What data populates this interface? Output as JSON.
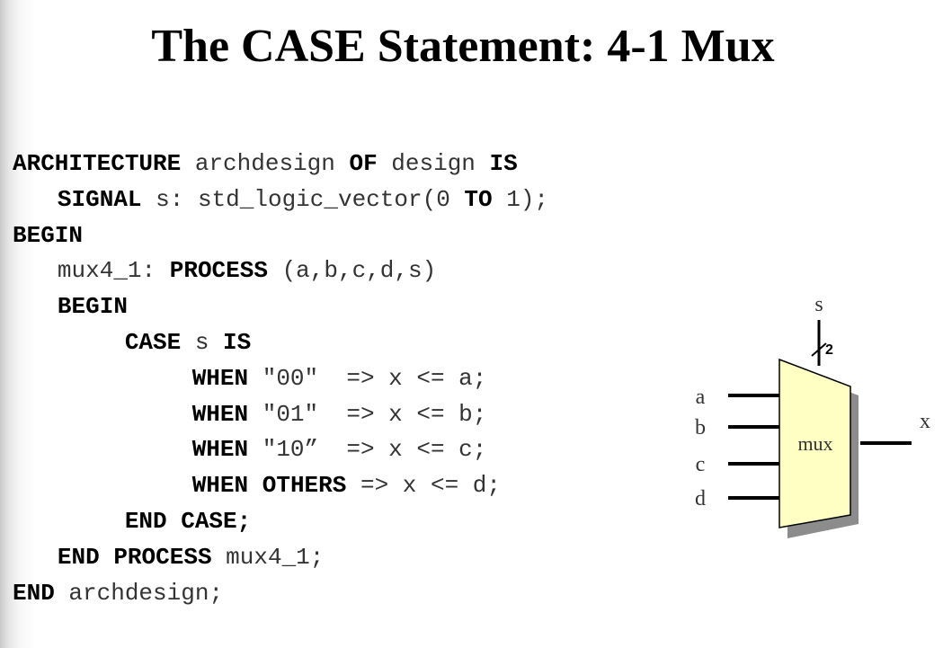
{
  "slide": {
    "title": "The CASE Statement: 4-1 Mux"
  },
  "code_lines": [
    {
      "indent": 0,
      "tokens": [
        {
          "t": "ARCHITECTURE",
          "k": true
        },
        {
          "t": " archdesign ",
          "k": false
        },
        {
          "t": "OF",
          "k": true
        },
        {
          "t": " design ",
          "k": false
        },
        {
          "t": "IS",
          "k": true
        }
      ]
    },
    {
      "indent": 1,
      "tokens": [
        {
          "t": "SIGNAL",
          "k": true
        },
        {
          "t": " s: std_logic_vector(0 ",
          "k": false
        },
        {
          "t": "TO",
          "k": true
        },
        {
          "t": " 1);",
          "k": false
        }
      ]
    },
    {
      "indent": 0,
      "tokens": [
        {
          "t": "BEGIN",
          "k": true
        }
      ]
    },
    {
      "indent": 1,
      "tokens": [
        {
          "t": "mux4_1: ",
          "k": false
        },
        {
          "t": "PROCESS",
          "k": true
        },
        {
          "t": " (a,b,c,d,s)",
          "k": false
        }
      ]
    },
    {
      "indent": 1,
      "tokens": [
        {
          "t": "BEGIN",
          "k": true
        }
      ]
    },
    {
      "indent": 2,
      "tokens": [
        {
          "t": "CASE",
          "k": true
        },
        {
          "t": " s ",
          "k": false
        },
        {
          "t": "IS",
          "k": true
        }
      ]
    },
    {
      "indent": 3,
      "tokens": [
        {
          "t": "WHEN",
          "k": true
        },
        {
          "t": " \"00\"  => x <= a;",
          "k": false
        }
      ]
    },
    {
      "indent": 3,
      "tokens": [
        {
          "t": "WHEN",
          "k": true
        },
        {
          "t": " \"01\"  => x <= b;",
          "k": false
        }
      ]
    },
    {
      "indent": 3,
      "tokens": [
        {
          "t": "WHEN",
          "k": true
        },
        {
          "t": " \"10”  => x <= c;",
          "k": false
        }
      ]
    },
    {
      "indent": 3,
      "tokens": [
        {
          "t": "WHEN",
          "k": true
        },
        {
          "t": " ",
          "k": false
        },
        {
          "t": "OTHERS",
          "k": true
        },
        {
          "t": " => x <= d;",
          "k": false
        }
      ]
    },
    {
      "indent": 2,
      "tokens": [
        {
          "t": "END CASE;",
          "k": true
        }
      ]
    },
    {
      "indent": 1,
      "tokens": [
        {
          "t": "END PROCESS",
          "k": true
        },
        {
          "t": " mux4_1;",
          "k": false
        }
      ]
    },
    {
      "indent": 0,
      "tokens": [
        {
          "t": "END",
          "k": true
        },
        {
          "t": " archdesign;",
          "k": false
        }
      ]
    }
  ],
  "diagram": {
    "select_label": "s",
    "bus_width": "2",
    "inputs": [
      "a",
      "b",
      "c",
      "d"
    ],
    "output": "x",
    "block_label": "mux",
    "colors": {
      "block_fill": "#ffffc4",
      "shadow": "#8c8c8c",
      "stroke": "#000000",
      "label": "#333333"
    }
  }
}
